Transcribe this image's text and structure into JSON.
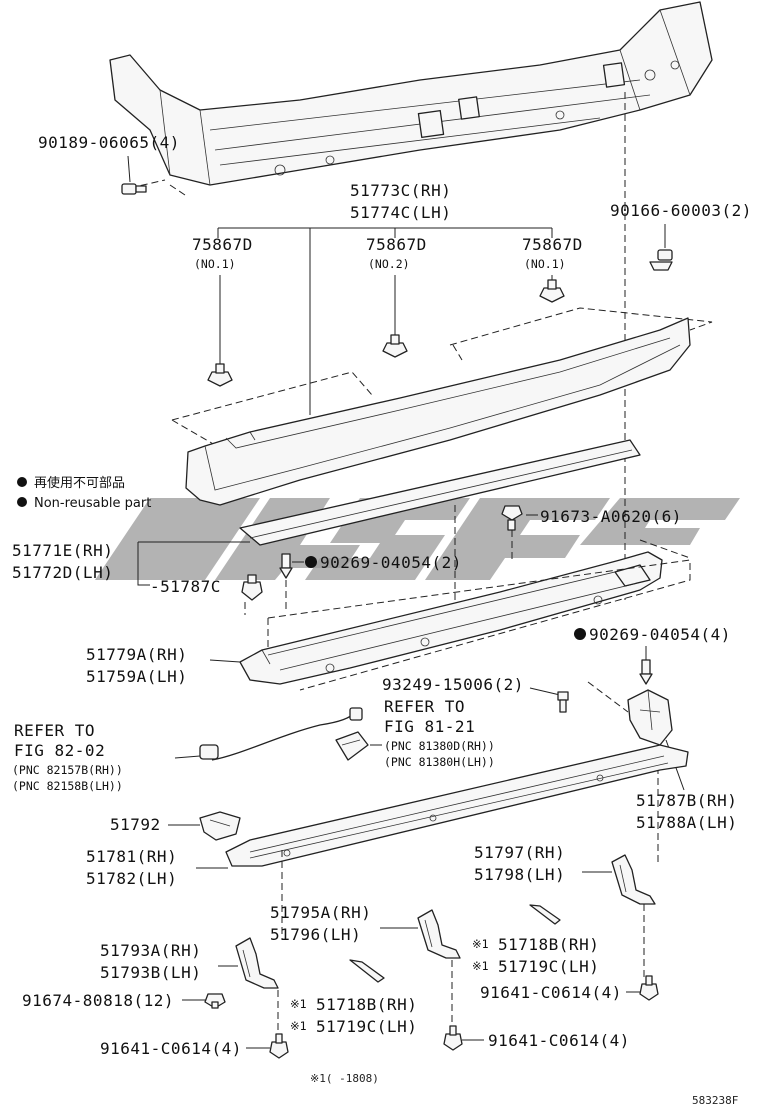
{
  "legend": {
    "ja": "再使用不可部品",
    "en": "Non-reusable part",
    "dot_color": "#111111"
  },
  "labels": {
    "p90189": "90189-06065(4)",
    "p51773c": "51773C(RH)",
    "p51774c": "51774C(LH)",
    "p90166": "90166-60003(2)",
    "p75867d_1": "75867D",
    "p75867d_1_note": "(NO.1)",
    "p75867d_2": "75867D",
    "p75867d_2_note": "(NO.2)",
    "p75867d_3": "75867D",
    "p75867d_3_note": "(NO.1)",
    "p91673": "91673-A0620(6)",
    "p51771e": "51771E(RH)",
    "p51772d": "51772D(LH)",
    "p90269_a": "90269-04054(2)",
    "p51787c": "-51787C",
    "p51779a": "51779A(RH)",
    "p51759a": "51759A(LH)",
    "p90269_b": "90269-04054(4)",
    "p93249": "93249-15006(2)",
    "refer_a_1": "REFER TO",
    "refer_a_2": "FIG 82-02",
    "refer_a_3": "(PNC 82157B(RH))",
    "refer_a_4": "(PNC 82158B(LH))",
    "refer_b_1": "REFER TO",
    "refer_b_2": "FIG 81-21",
    "refer_b_3": "(PNC 81380D(RH))",
    "refer_b_4": "(PNC 81380H(LH))",
    "p51787b": "51787B(RH)",
    "p51788a": "51788A(LH)",
    "p51792": "51792",
    "p51781": "51781(RH)",
    "p51782": "51782(LH)",
    "p51797": "51797(RH)",
    "p51798": "51798(LH)",
    "p51795a": "51795A(RH)",
    "p51796": "51796(LH)",
    "p51718b_r": "51718B(RH)",
    "p51719c_r": "51719C(LH)",
    "p51793a": "51793A(RH)",
    "p51793b": "51793B(LH)",
    "p91674": "91674-80818(12)",
    "p51718b_l": "51718B(RH)",
    "p51719c_l": "51719C(LH)",
    "p91641_r": "91641-C0614(4)",
    "p91641_l": "91641-C0614(4)",
    "p91641_c": "91641-C0614(4)",
    "mark": "※1",
    "footnote": "※1(    -1808)",
    "fig_id": "583238F"
  }
}
